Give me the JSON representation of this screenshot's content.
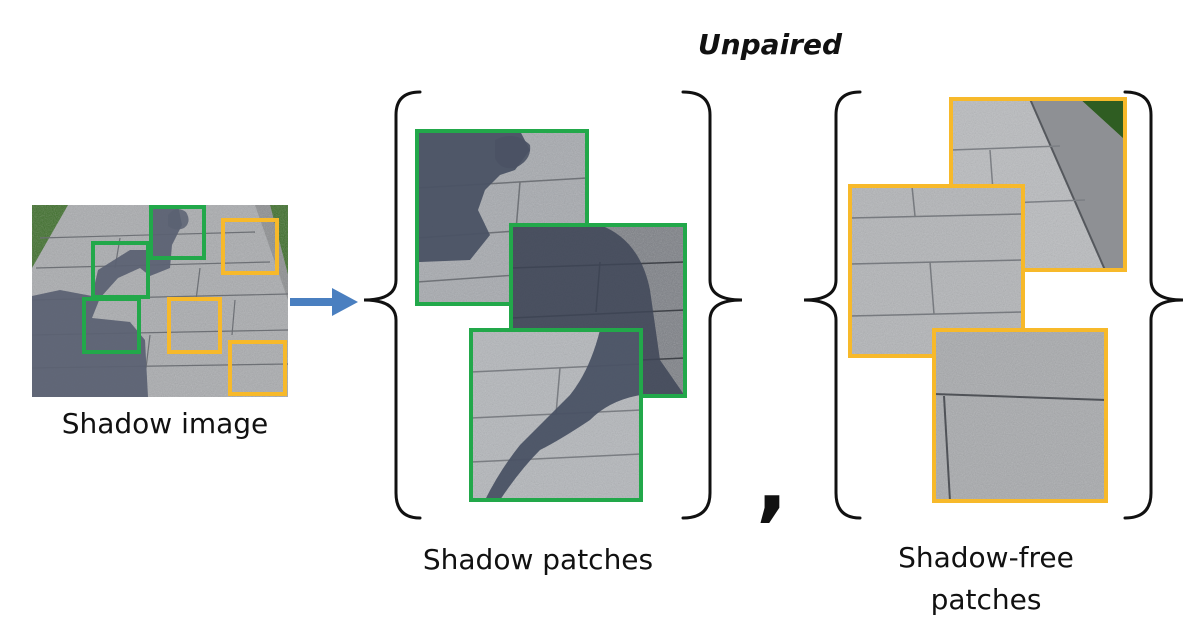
{
  "diagram": {
    "title": "Unpaired",
    "shadow_image_label": "Shadow image",
    "shadow_patches_label": "Shadow patches",
    "shadow_free_label_line1": "Shadow-free",
    "shadow_free_label_line2": "patches",
    "separator": ","
  },
  "colors": {
    "shadow_box": "#22a84a",
    "shadow_free_box": "#f7b92a",
    "arrow": "#4a7fc0",
    "pavement": "#a9abae",
    "pavement_dark": "#5a6172",
    "grass": "#3d6e2a",
    "brace": "#111111"
  },
  "icons": {
    "arrow": "right-arrow-icon"
  }
}
